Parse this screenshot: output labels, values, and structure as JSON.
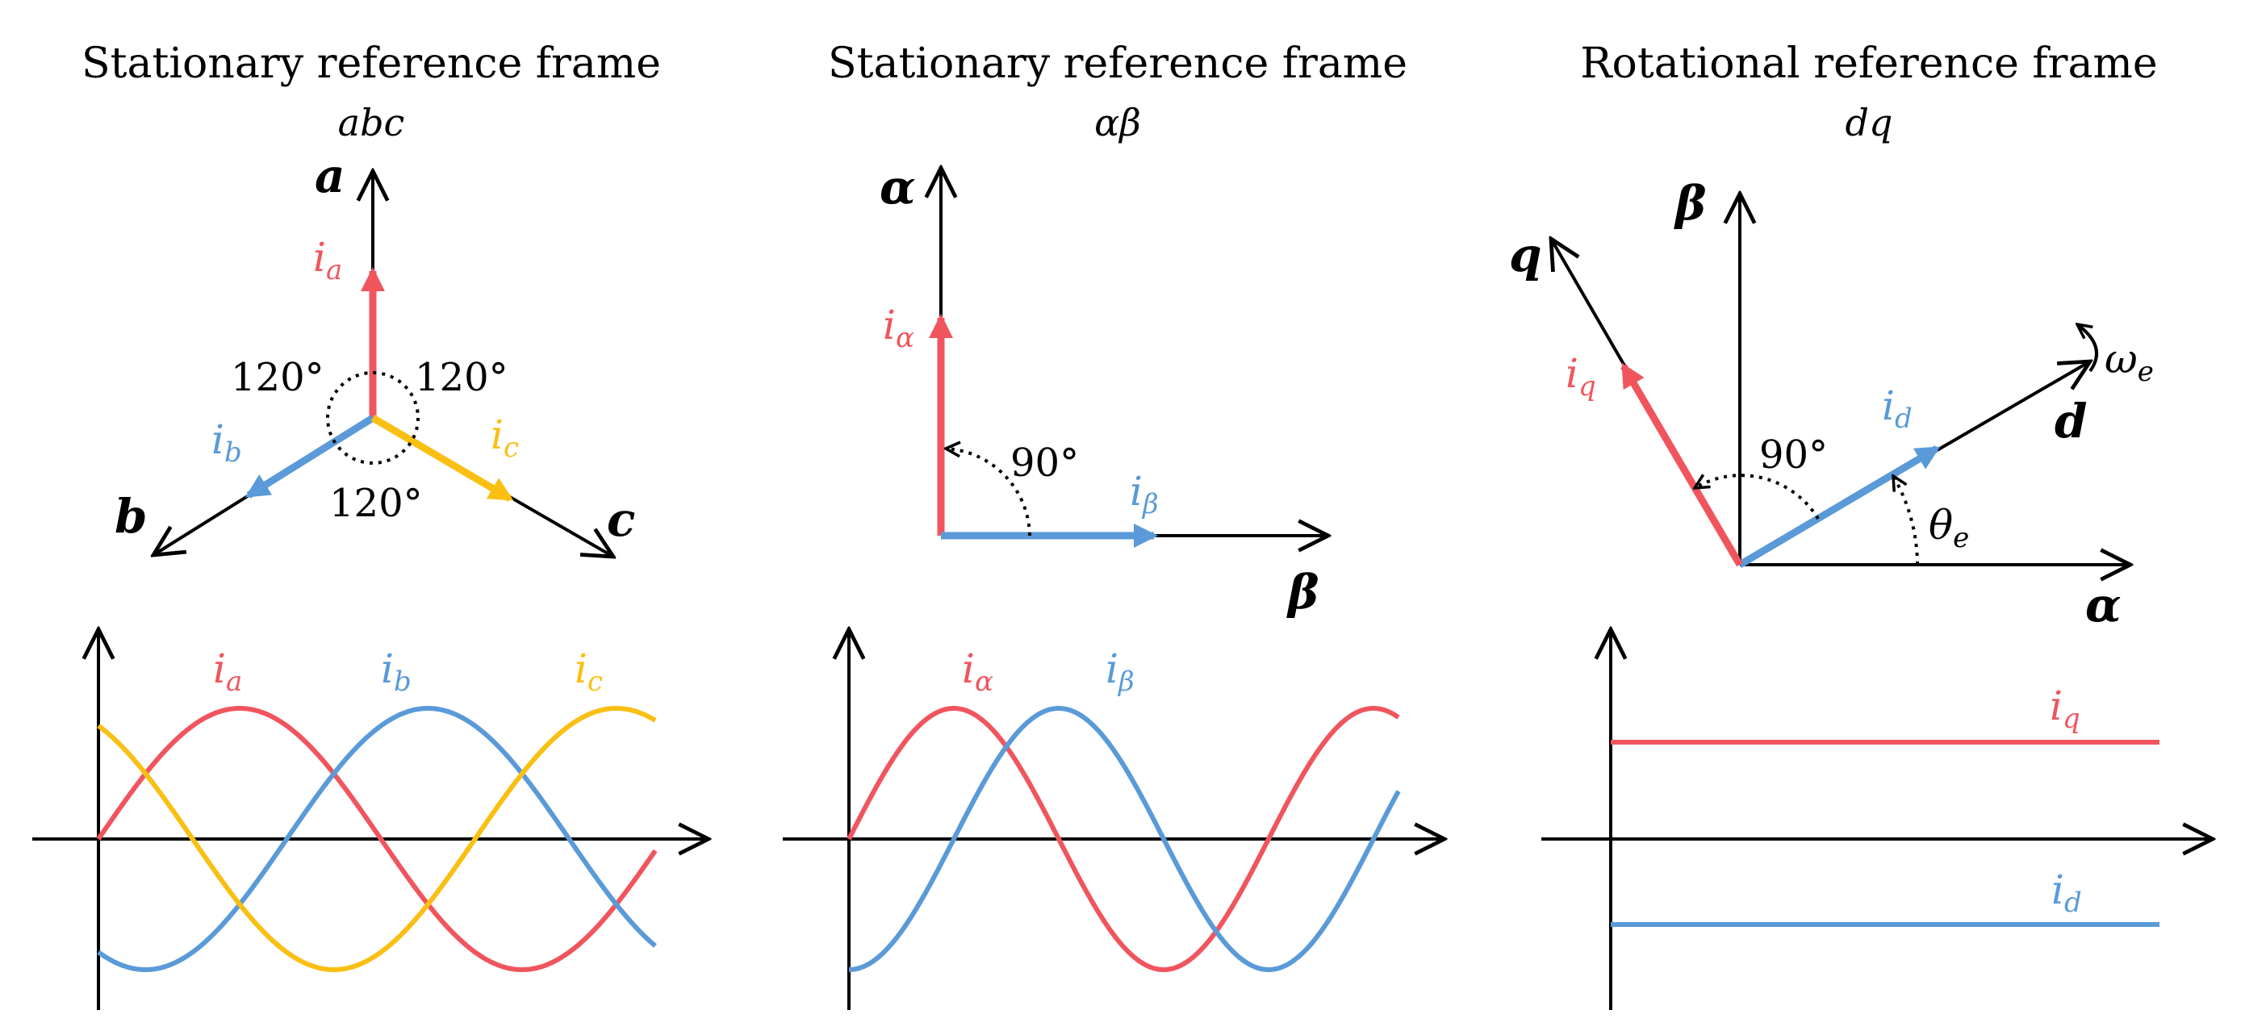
{
  "colors": {
    "red": "#F0555E",
    "blue": "#5A9AD8",
    "yellow": "#F9BF13",
    "black": "#000000"
  },
  "panels": [
    {
      "title": "Stationary reference frame",
      "subtitle": "abc",
      "axes": [
        "a",
        "b",
        "c"
      ],
      "vectors": [
        {
          "label": "i",
          "sub": "a",
          "color": "red"
        },
        {
          "label": "i",
          "sub": "b",
          "color": "blue"
        },
        {
          "label": "i",
          "sub": "c",
          "color": "yellow"
        }
      ],
      "angles": [
        "120°",
        "120°",
        "120°"
      ],
      "waves": [
        {
          "label": "i",
          "sub": "a",
          "color": "red"
        },
        {
          "label": "i",
          "sub": "b",
          "color": "blue"
        },
        {
          "label": "i",
          "sub": "c",
          "color": "yellow"
        }
      ]
    },
    {
      "title": "Stationary reference frame",
      "subtitle": "αβ",
      "axes": [
        "α",
        "β"
      ],
      "vectors": [
        {
          "label": "i",
          "sub": "α",
          "color": "red"
        },
        {
          "label": "i",
          "sub": "β",
          "color": "blue"
        }
      ],
      "angles": [
        "90°"
      ],
      "waves": [
        {
          "label": "i",
          "sub": "α",
          "color": "red"
        },
        {
          "label": "i",
          "sub": "β",
          "color": "blue"
        }
      ]
    },
    {
      "title": "Rotational reference frame",
      "subtitle": "dq",
      "axes": [
        "α",
        "β",
        "d",
        "q"
      ],
      "vectors": [
        {
          "label": "i",
          "sub": "d",
          "color": "blue"
        },
        {
          "label": "i",
          "sub": "q",
          "color": "red"
        }
      ],
      "angles": [
        "90°"
      ],
      "angle_symbol": {
        "label": "θ",
        "sub": "e"
      },
      "speed_symbol": {
        "label": "ω",
        "sub": "e"
      },
      "waves": [
        {
          "label": "i",
          "sub": "q",
          "color": "red"
        },
        {
          "label": "i",
          "sub": "d",
          "color": "blue"
        }
      ]
    }
  ]
}
